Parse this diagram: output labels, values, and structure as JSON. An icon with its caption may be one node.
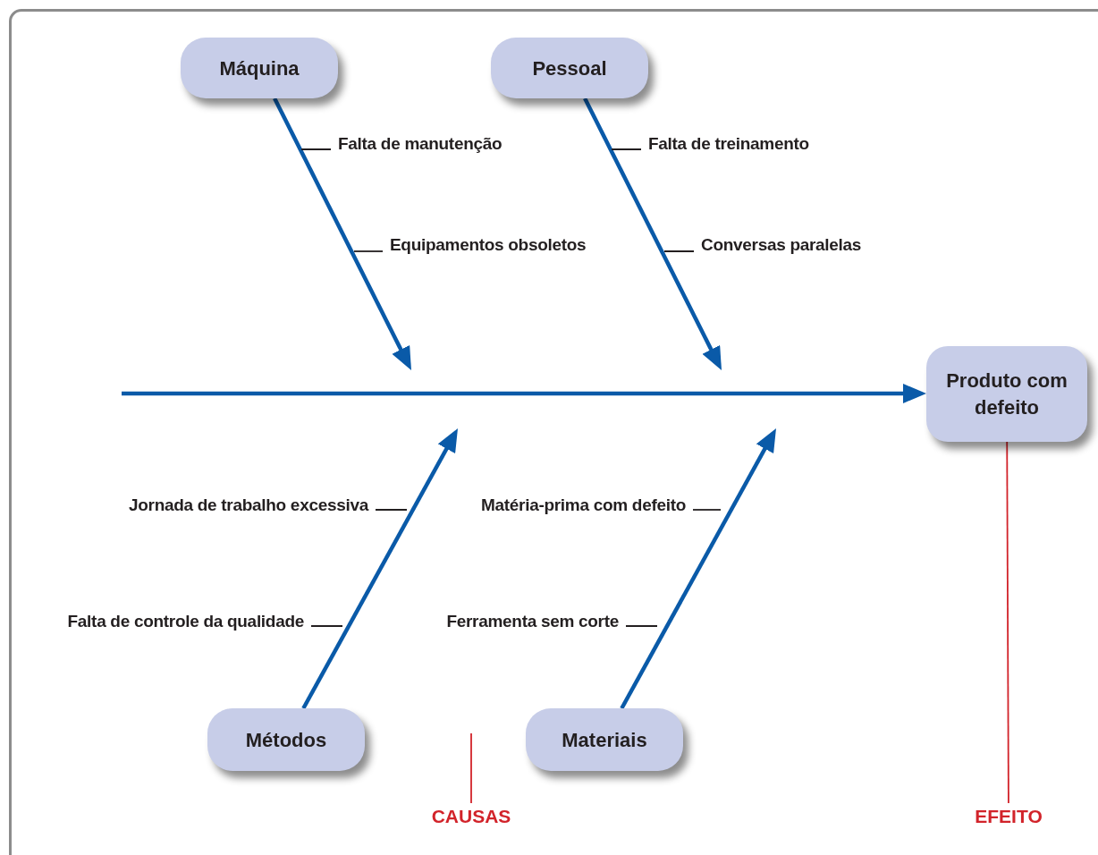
{
  "diagram": {
    "nodes": [
      {
        "text": [
          "Máquina"
        ]
      },
      {
        "text": [
          "Pessoal"
        ]
      },
      {
        "text": [
          "Falta de manutenção"
        ]
      },
      {
        "text": [
          "Falta de treinamento"
        ]
      },
      {
        "text": [
          "Equipamentos obsoletos"
        ]
      },
      {
        "text": [
          "Conversas paralelas"
        ]
      },
      {
        "text": [
          "Produto com defeito"
        ]
      },
      {
        "text": [
          "Jornada de trabalho excessiva"
        ]
      },
      {
        "text": [
          "Matéria-prima com defeito"
        ]
      },
      {
        "text": [
          "Falta de controle da qualidade"
        ]
      },
      {
        "text": [
          "Ferramenta sem corte"
        ]
      },
      {
        "text": [
          "Métodos"
        ]
      },
      {
        "text": [
          "Materiais"
        ]
      },
      {
        "text": [
          "CAUSAS"
        ]
      },
      {
        "text": [
          "EFEITO"
        ]
      }
    ],
    "edges": [
      {
        "from": null,
        "to": 6,
        "arrow": "to",
        "style": "thick",
        "color": "#0a5aa8"
      },
      {
        "from": 0,
        "to": null,
        "arrow": "to",
        "style": "thick",
        "color": "#0a5aa8"
      },
      {
        "from": 1,
        "to": null,
        "arrow": "to",
        "style": "thick",
        "color": "#0a5aa8"
      },
      {
        "from": 11,
        "to": null,
        "arrow": "to",
        "style": "thick",
        "color": "#0a5aa8"
      },
      {
        "from": 12,
        "to": null,
        "arrow": "to",
        "style": "thick",
        "color": "#0a5aa8"
      },
      {
        "from": 2,
        "to": null,
        "arrow": "none"
      },
      {
        "from": 3,
        "to": null,
        "arrow": "none"
      },
      {
        "from": 4,
        "to": null,
        "arrow": "none"
      },
      {
        "from": 5,
        "to": null,
        "arrow": "none"
      },
      {
        "from": 7,
        "to": null,
        "arrow": "none"
      },
      {
        "from": 8,
        "to": null,
        "arrow": "none"
      },
      {
        "from": 9,
        "to": null,
        "arrow": "none"
      },
      {
        "from": 10,
        "to": null,
        "arrow": "none"
      },
      {
        "from": 13,
        "to": null,
        "arrow": "none",
        "color": "#d2232a"
      },
      {
        "from": 14,
        "to": 6,
        "arrow": "none",
        "color": "#d2232a"
      }
    ]
  }
}
